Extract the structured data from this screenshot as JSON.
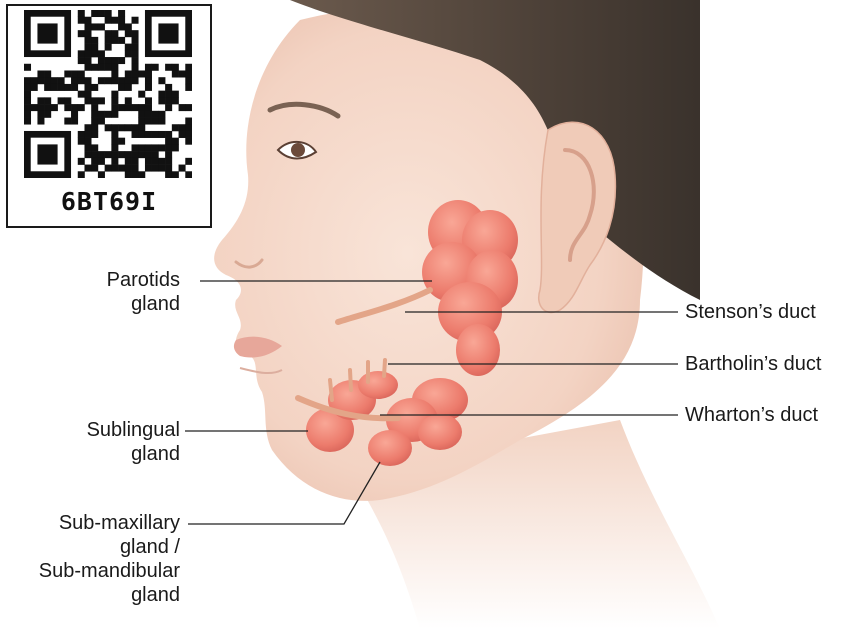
{
  "qr": {
    "code": "6BT69I"
  },
  "labels": {
    "parotids": [
      "Parotids",
      "gland"
    ],
    "stenson": "Stenson’s duct",
    "bartholin": "Bartholin’s duct",
    "wharton": "Wharton’s duct",
    "sublingual": [
      "Sublingual",
      "gland"
    ],
    "submaxillary": [
      "Sub-maxillary",
      "gland /",
      "Sub-mandibular",
      "gland"
    ]
  },
  "colors": {
    "skin": "#f6dccf",
    "hair": "#54483f",
    "gland": "#ec7b6c",
    "gland_light": "#f7a393",
    "duct": "#e3a588",
    "leader_line": "#222222"
  }
}
